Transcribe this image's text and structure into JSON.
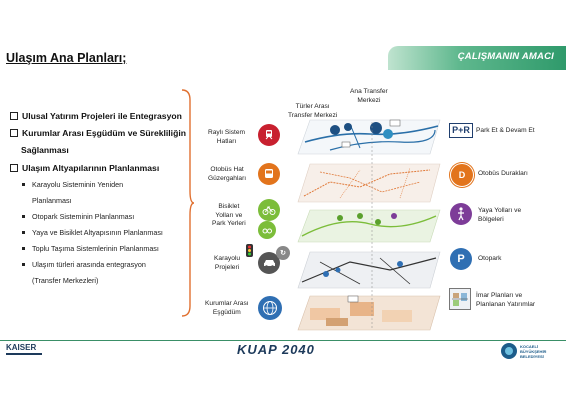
{
  "slide": {
    "title": "Ulaşım Ana Planları;",
    "banner": "ÇALIŞMANIN AMACI"
  },
  "left_list": {
    "items": [
      {
        "label": "Ulusal Yatırım Projeleri ile Entegrasyon"
      },
      {
        "label": "Kurumlar Arası Eşgüdüm ve Sürekliliğin"
      },
      {
        "label": "Sağlanması"
      },
      {
        "label": "Ulaşım Altyapılarının Planlanması"
      }
    ],
    "subitems": [
      {
        "label": "Karayolu Sisteminin Yeniden"
      },
      {
        "label": "Planlanması"
      },
      {
        "label": "Otopark Sisteminin Planlanması"
      },
      {
        "label": "Yaya ve Bisiklet Altyapısının Planlanması"
      },
      {
        "label": "Toplu Taşıma Sistemlerinin Planlanması"
      },
      {
        "label": "Ulaşım türleri arasında entegrasyon"
      },
      {
        "label": "(Transfer Merkezleri)"
      }
    ]
  },
  "diagram": {
    "top_labels": {
      "turler": [
        "Türler Arası",
        "Transfer Merkezi"
      ],
      "ana": [
        "Ana Transfer",
        "Merkezi"
      ]
    },
    "left_labels": [
      {
        "lines": [
          "Raylı Sistem",
          "Hatları"
        ],
        "icon": "rail-icon",
        "color": "#c8202f"
      },
      {
        "lines": [
          "Otobüs Hat",
          "Güzergahları"
        ],
        "icon": "bus-icon",
        "color": "#e2741c"
      },
      {
        "lines": [
          "Bisiklet",
          "Yolları ve",
          "Park Yerleri"
        ],
        "icon": "bicycle-icon",
        "color": "#7cbd3a"
      },
      {
        "lines": [
          "Karayolu",
          "Projeleri"
        ],
        "icon": "car-icon",
        "color": "#555555"
      },
      {
        "lines": [
          "Kurumlar Arası",
          "Eşgüdüm"
        ],
        "icon": "globe-icon",
        "color": "#2f6fb3"
      }
    ],
    "right_labels": [
      {
        "text": [
          "Park Et & Devam Et"
        ],
        "icon": "park-and-ride-icon",
        "icon_text": "P+R",
        "color": "#1f3e6e"
      },
      {
        "text": [
          "Otobüs Durakları"
        ],
        "icon": "bus-stop-icon",
        "icon_text": "D",
        "color": "#e2741c"
      },
      {
        "text": [
          "Yaya Yolları ve",
          "Bölgeleri"
        ],
        "icon": "pedestrian-icon",
        "icon_text": "",
        "color": "#7d3c98"
      },
      {
        "text": [
          "Otopark"
        ],
        "icon": "parking-icon",
        "icon_text": "P",
        "color": "#2f6fb3"
      },
      {
        "text": [
          "İmar Planları ve",
          "Planlanan Yatırımlar"
        ],
        "icon": "zoning-plan-icon",
        "icon_text": "",
        "color": "#555555"
      }
    ]
  },
  "footer": {
    "logo_left": "KAISER",
    "center": "KUAP 2040",
    "logo_right": [
      "KOCAELİ",
      "BÜYÜKŞEHİR",
      "BELEDİYESİ"
    ]
  }
}
